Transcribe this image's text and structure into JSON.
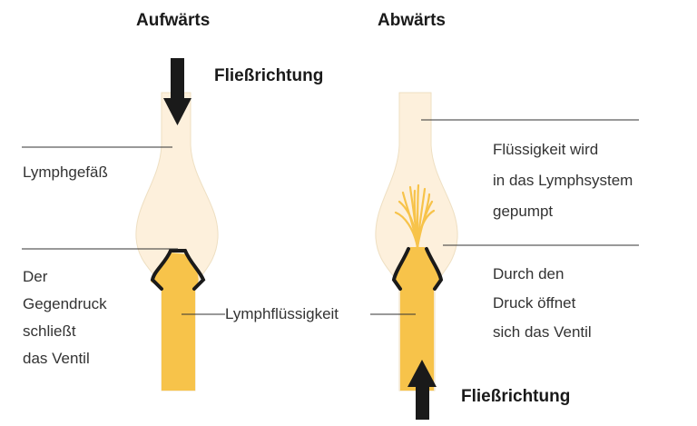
{
  "headers": {
    "left": "Aufwärts",
    "right": "Abwärts"
  },
  "flow_label_top": "Fließrichtung",
  "flow_label_bottom": "Fließrichtung",
  "labels": {
    "vessel": "Lymphgefäß",
    "counterpressure": [
      "Der",
      "Gegendruck",
      "schließt",
      "das Ventil"
    ],
    "lymph_fluid": "Lymphflüssigkeit",
    "fluid_pumped": [
      "Flüssigkeit wird",
      "in das Lymphsystem",
      "gepumpt"
    ],
    "pressure_opens": [
      "Durch den",
      "Druck öffnet",
      "sich das Ventil"
    ]
  },
  "colors": {
    "vessel_fill": "#fdf0dc",
    "lymph_fill": "#f7c34a",
    "outline": "#1a1a1a",
    "arrow": "#1a1a1a",
    "leader_line": "#333333"
  }
}
